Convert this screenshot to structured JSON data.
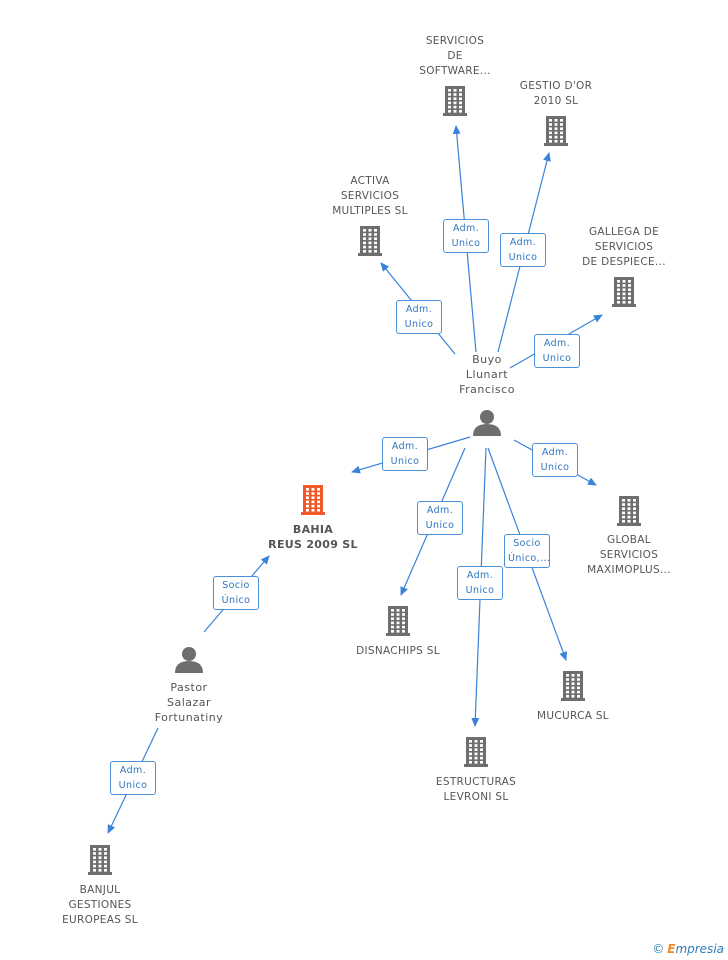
{
  "colors": {
    "edge": "#3b82d9",
    "building": "#6e6e6e",
    "building_main": "#f0582a",
    "person": "#6e6e6e"
  },
  "nodes": {
    "servicios_software": {
      "lines": [
        "SERVICIOS",
        "DE",
        "SOFTWARE..."
      ],
      "icon": "building-icon"
    },
    "gestio_dor": {
      "lines": [
        "GESTIO D'OR",
        "2010 SL"
      ],
      "icon": "building-icon"
    },
    "activa_servicios": {
      "lines": [
        "ACTIVA",
        "SERVICIOS",
        "MULTIPLES  SL"
      ],
      "icon": "building-icon"
    },
    "gallega_servicios": {
      "lines": [
        "GALLEGA DE",
        "SERVICIOS",
        "DE DESPIECE..."
      ],
      "icon": "building-icon"
    },
    "buyo_llunart": {
      "lines": [
        "Buyo",
        "Llunart",
        "Francisco"
      ],
      "icon": "person-icon"
    },
    "bahia_reus": {
      "lines": [
        "BAHIA",
        "REUS 2009 SL"
      ],
      "icon": "building-icon"
    },
    "global_servicios": {
      "lines": [
        "GLOBAL",
        "SERVICIOS",
        "MAXIMOPLUS..."
      ],
      "icon": "building-icon"
    },
    "disnachips": {
      "lines": [
        "DISNACHIPS SL"
      ],
      "icon": "building-icon"
    },
    "mucurca": {
      "lines": [
        "MUCURCA SL"
      ],
      "icon": "building-icon"
    },
    "estructuras_levroni": {
      "lines": [
        "ESTRUCTURAS",
        "LEVRONI SL"
      ],
      "icon": "building-icon"
    },
    "pastor_salazar": {
      "lines": [
        "Pastor",
        "Salazar",
        "Fortunatiny"
      ],
      "icon": "person-icon"
    },
    "banjul_gestiones": {
      "lines": [
        "BANJUL",
        "GESTIONES",
        "EUROPEAS SL"
      ],
      "icon": "building-icon"
    }
  },
  "edges": [
    {
      "from": "buyo_llunart",
      "to": "servicios_software",
      "label": [
        "Adm.",
        "Unico"
      ]
    },
    {
      "from": "buyo_llunart",
      "to": "gestio_dor",
      "label": [
        "Adm.",
        "Unico"
      ]
    },
    {
      "from": "buyo_llunart",
      "to": "activa_servicios",
      "label": [
        "Adm.",
        "Unico"
      ]
    },
    {
      "from": "buyo_llunart",
      "to": "gallega_servicios",
      "label": [
        "Adm.",
        "Unico"
      ]
    },
    {
      "from": "buyo_llunart",
      "to": "bahia_reus",
      "label": [
        "Adm.",
        "Unico"
      ]
    },
    {
      "from": "buyo_llunart",
      "to": "global_servicios",
      "label": [
        "Adm.",
        "Unico"
      ]
    },
    {
      "from": "buyo_llunart",
      "to": "disnachips",
      "label": [
        "Adm.",
        "Unico"
      ]
    },
    {
      "from": "buyo_llunart",
      "to": "mucurca",
      "label": [
        "Socio",
        "Único,..."
      ]
    },
    {
      "from": "buyo_llunart",
      "to": "estructuras_levroni",
      "label": [
        "Adm.",
        "Unico"
      ]
    },
    {
      "from": "pastor_salazar",
      "to": "bahia_reus",
      "label": [
        "Socio",
        "Único"
      ]
    },
    {
      "from": "pastor_salazar",
      "to": "banjul_gestiones",
      "label": [
        "Adm.",
        "Unico"
      ]
    }
  ],
  "footer": {
    "copyright": "©",
    "brand_initial": "E",
    "brand_rest": "mpresia"
  }
}
